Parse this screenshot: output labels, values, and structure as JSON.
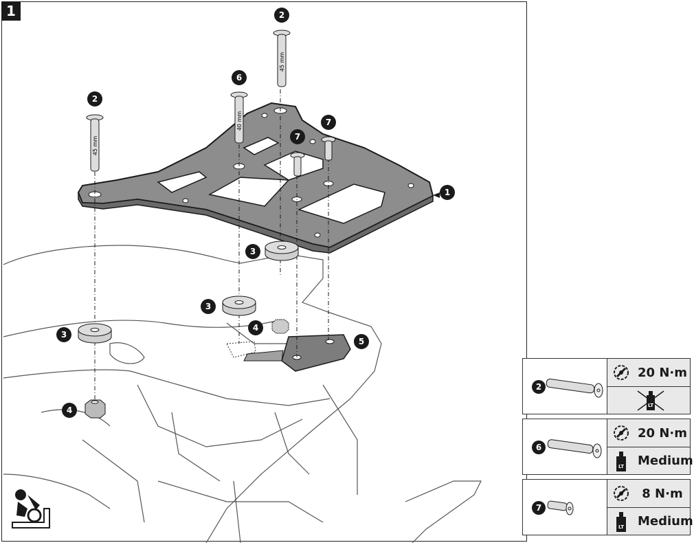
{
  "step": "1",
  "callouts": [
    "1",
    "2",
    "2",
    "3",
    "3",
    "3",
    "4",
    "4",
    "5",
    "6",
    "7",
    "7"
  ],
  "dimensions": {
    "bolt_a": "45 mm",
    "bolt_b": "45 mm",
    "bolt_c": "40 mm"
  },
  "specs": [
    {
      "part": "2",
      "torque": "20 N·m",
      "threadlock": "",
      "threadlock_icon": "no-threadlock-icon"
    },
    {
      "part": "6",
      "torque": "20 N·m",
      "threadlock": "Medium",
      "threadlock_icon": "threadlock-bottle-icon"
    },
    {
      "part": "7",
      "torque": "8 N·m",
      "threadlock": "Medium",
      "threadlock_icon": "threadlock-bottle-icon"
    }
  ],
  "lt_label": "LT",
  "colors": {
    "plate": "#8d8d8d",
    "line": "#1a1a1a",
    "cell": "#e9e9e9"
  }
}
